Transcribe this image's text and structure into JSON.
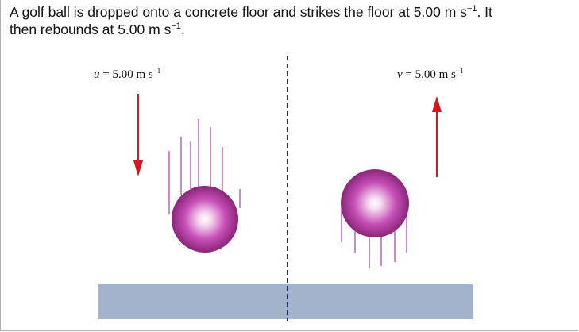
{
  "question": {
    "line1_a": "A golf ball is dropped onto a concrete floor and strikes the floor at 5.00 m s",
    "line1_sup": "−1",
    "line1_b": ". It",
    "line2_a": "then rebounds at 5.00 m s",
    "line2_sup": "−1",
    "line2_b": "."
  },
  "labels": {
    "u_symbol": "u",
    "u_value": " = 5.00 m s",
    "u_sup": "−1",
    "v_symbol": "v",
    "v_value": " = 5.00 m s",
    "v_sup": "−1"
  },
  "colors": {
    "arrow": "#d8141e",
    "floor": "#a4b3cc",
    "ball_light": "#ffffff",
    "ball_mid": "#c850b8",
    "ball_dark": "#7a1a6a",
    "motion_lines": "#b04aa8",
    "divider": "#1e2a6e"
  }
}
